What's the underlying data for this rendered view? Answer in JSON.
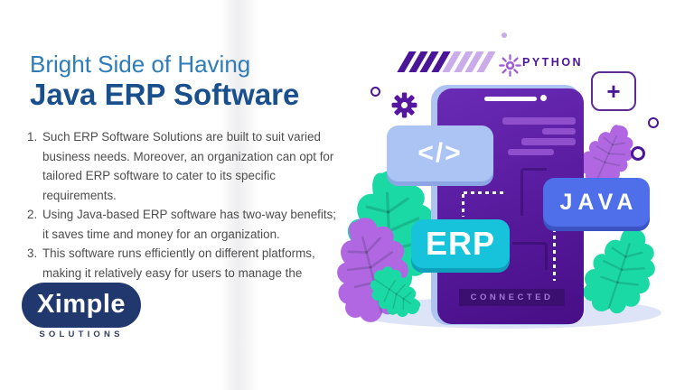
{
  "header": {
    "title_line1": "Bright Side of Having",
    "title_line2": "Java ERP Software"
  },
  "benefits": {
    "items": [
      {
        "num": "1.",
        "text": "Such ERP Software Solutions are built to suit varied business needs. Moreover, an organization can opt for tailored ERP software to cater to its specific requirements."
      },
      {
        "num": "2.",
        "text": "Using Java-based ERP software has two-way benefits; it saves time and money for an organization."
      },
      {
        "num": "3.",
        "text": "This software runs efficiently on different platforms, making it relatively easy for users to manage the workload."
      }
    ]
  },
  "logo": {
    "brand": "Ximple",
    "tagline": "SOLUTIONS"
  },
  "illustration": {
    "python_label": "PYTHON",
    "java_label": "JAVA",
    "erp_label": "ERP",
    "connected_label": "CONNECTED",
    "code_glyph": "</>",
    "plus_glyph": "+"
  },
  "colors": {
    "title_blue": "#2e7cba",
    "title_navy": "#1a4f8e",
    "body_text": "#4d4d4d",
    "logo_navy": "#21386f",
    "logo_tagline": "#333f5e",
    "phone_purple": "#5a1ca0",
    "screen_bar": "#8f4ecb",
    "dark_purple": "#4a1596",
    "light_purple": "#c9ace9",
    "code_badge_blue": "#abc4f4",
    "erp_cyan": "#16c3da",
    "java_blue": "#4e6fe9",
    "leaf_green": "#1bd9a4",
    "leaf_purple": "#b167e2",
    "shadow_lavender": "#dde4f8",
    "connected_bg": "#3a0f70",
    "connected_text": "#a277d8"
  }
}
